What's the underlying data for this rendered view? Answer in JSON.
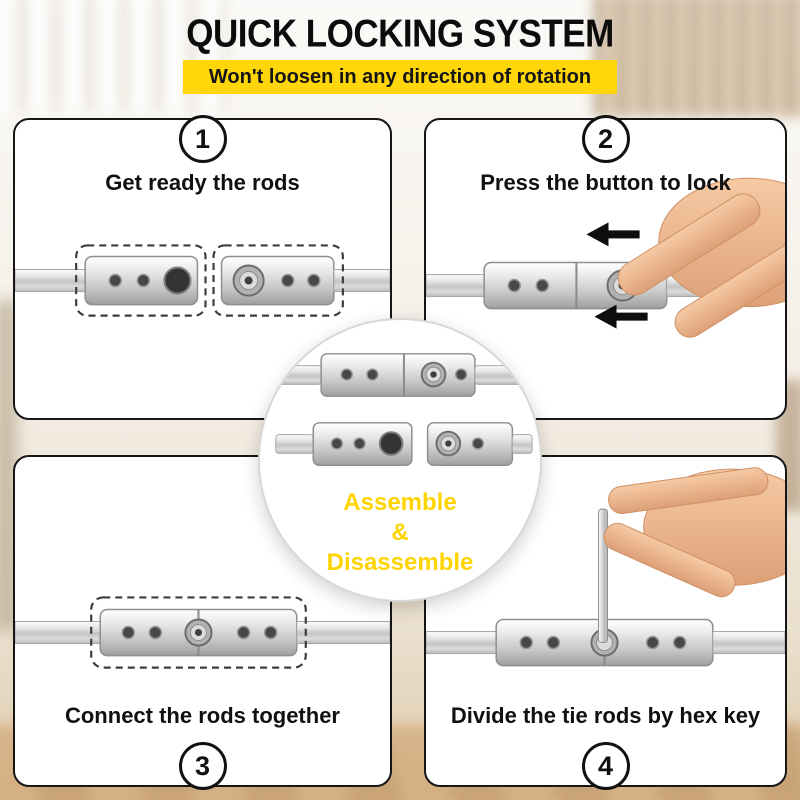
{
  "page": {
    "title": "QUICK LOCKING SYSTEM",
    "banner": "Won't loosen in any direction of rotation"
  },
  "steps": [
    {
      "number": "1",
      "label": "Get ready the rods"
    },
    {
      "number": "2",
      "label": "Press the button to lock"
    },
    {
      "number": "3",
      "label": "Connect the rods together"
    },
    {
      "number": "4",
      "label": "Divide the tie rods by hex key"
    }
  ],
  "center_badge": {
    "line1": "Assemble",
    "line2": "&",
    "line3": "Disassemble"
  },
  "icons": {
    "press_arrow_left": "←",
    "step_badge_shape": "circle"
  },
  "colors": {
    "accent_yellow": "#FFD60A",
    "center_text_yellow": "#FFD400",
    "panel_border": "#161616",
    "text_dark": "#101010"
  }
}
